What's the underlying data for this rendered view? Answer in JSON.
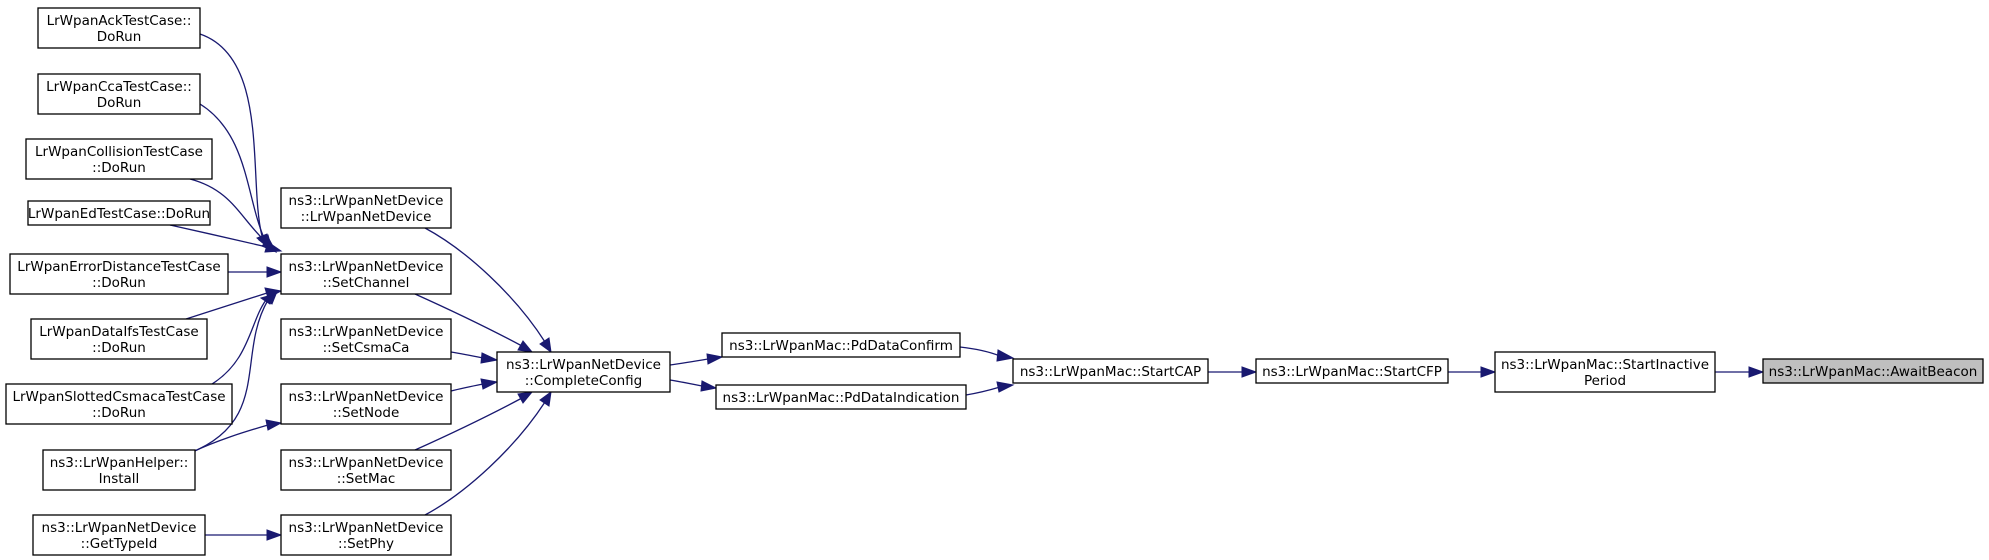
{
  "graph": {
    "root": "await_beacon",
    "nodes": [
      {
        "id": "await_beacon",
        "lines": [
          "ns3::LrWpanMac::AwaitBeacon"
        ],
        "root": true
      },
      {
        "id": "start_inactive",
        "lines": [
          "ns3::LrWpanMac::StartInactive",
          "Period"
        ]
      },
      {
        "id": "start_cfp",
        "lines": [
          "ns3::LrWpanMac::StartCFP"
        ]
      },
      {
        "id": "start_cap",
        "lines": [
          "ns3::LrWpanMac::StartCAP"
        ]
      },
      {
        "id": "pd_data_confirm",
        "lines": [
          "ns3::LrWpanMac::PdDataConfirm"
        ]
      },
      {
        "id": "pd_data_indication",
        "lines": [
          "ns3::LrWpanMac::PdDataIndication"
        ]
      },
      {
        "id": "complete_config",
        "lines": [
          "ns3::LrWpanNetDevice",
          "::CompleteConfig"
        ]
      },
      {
        "id": "ctor",
        "lines": [
          "ns3::LrWpanNetDevice",
          "::LrWpanNetDevice"
        ]
      },
      {
        "id": "set_channel",
        "lines": [
          "ns3::LrWpanNetDevice",
          "::SetChannel"
        ]
      },
      {
        "id": "set_csmaca",
        "lines": [
          "ns3::LrWpanNetDevice",
          "::SetCsmaCa"
        ]
      },
      {
        "id": "set_node",
        "lines": [
          "ns3::LrWpanNetDevice",
          "::SetNode"
        ]
      },
      {
        "id": "set_mac",
        "lines": [
          "ns3::LrWpanNetDevice",
          "::SetMac"
        ]
      },
      {
        "id": "set_phy",
        "lines": [
          "ns3::LrWpanNetDevice",
          "::SetPhy"
        ]
      },
      {
        "id": "ack_test",
        "lines": [
          "LrWpanAckTestCase::",
          "DoRun"
        ]
      },
      {
        "id": "cca_test",
        "lines": [
          "LrWpanCcaTestCase::",
          "DoRun"
        ]
      },
      {
        "id": "collision_test",
        "lines": [
          "LrWpanCollisionTestCase",
          "::DoRun"
        ]
      },
      {
        "id": "ed_test",
        "lines": [
          "LrWpanEdTestCase::DoRun"
        ]
      },
      {
        "id": "error_distance_test",
        "lines": [
          "LrWpanErrorDistanceTestCase",
          "::DoRun"
        ]
      },
      {
        "id": "data_ifs_test",
        "lines": [
          "LrWpanDataIfsTestCase",
          "::DoRun"
        ]
      },
      {
        "id": "slotted_csmaca_test",
        "lines": [
          "LrWpanSlottedCsmacaTestCase",
          "::DoRun"
        ]
      },
      {
        "id": "helper_install",
        "lines": [
          "ns3::LrWpanHelper::",
          "Install"
        ]
      },
      {
        "id": "get_type_id",
        "lines": [
          "ns3::LrWpanNetDevice",
          "::GetTypeId"
        ]
      }
    ],
    "edges": [
      {
        "from": "start_inactive",
        "to": "await_beacon"
      },
      {
        "from": "start_cfp",
        "to": "start_inactive"
      },
      {
        "from": "start_cap",
        "to": "start_cfp"
      },
      {
        "from": "pd_data_confirm",
        "to": "start_cap"
      },
      {
        "from": "pd_data_indication",
        "to": "start_cap"
      },
      {
        "from": "complete_config",
        "to": "pd_data_confirm"
      },
      {
        "from": "complete_config",
        "to": "pd_data_indication"
      },
      {
        "from": "ctor",
        "to": "complete_config"
      },
      {
        "from": "set_channel",
        "to": "complete_config"
      },
      {
        "from": "set_csmaca",
        "to": "complete_config"
      },
      {
        "from": "set_node",
        "to": "complete_config"
      },
      {
        "from": "set_mac",
        "to": "complete_config"
      },
      {
        "from": "set_phy",
        "to": "complete_config"
      },
      {
        "from": "ack_test",
        "to": "set_channel"
      },
      {
        "from": "cca_test",
        "to": "set_channel"
      },
      {
        "from": "collision_test",
        "to": "set_channel"
      },
      {
        "from": "ed_test",
        "to": "set_channel"
      },
      {
        "from": "error_distance_test",
        "to": "set_channel"
      },
      {
        "from": "data_ifs_test",
        "to": "set_channel"
      },
      {
        "from": "slotted_csmaca_test",
        "to": "set_channel"
      },
      {
        "from": "helper_install",
        "to": "set_channel"
      },
      {
        "from": "helper_install",
        "to": "set_node"
      },
      {
        "from": "get_type_id",
        "to": "set_phy"
      }
    ]
  },
  "colors": {
    "edge": "#191970",
    "root_fill": "#bfbfbf",
    "node_fill": "#ffffff",
    "node_stroke": "#000000"
  }
}
